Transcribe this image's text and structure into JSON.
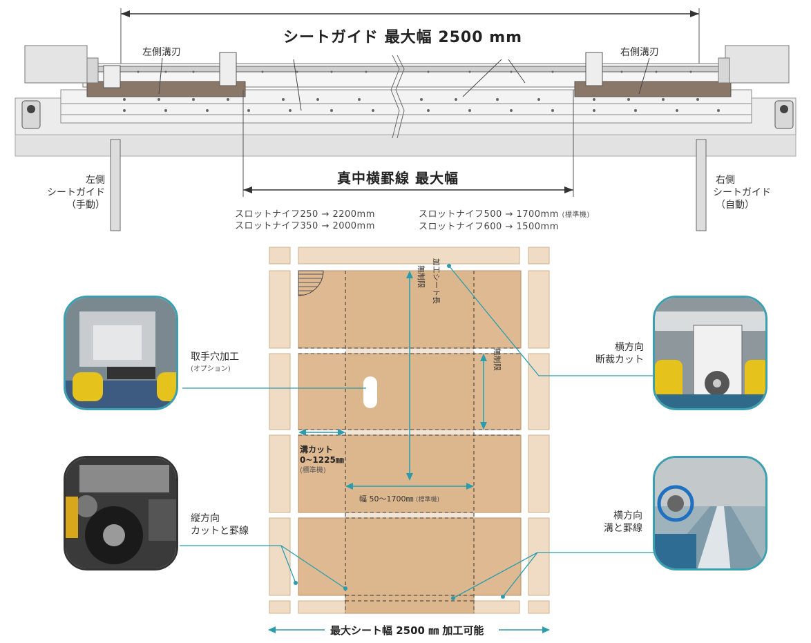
{
  "machine": {
    "title": "シートガイド 最大幅 2500 mm",
    "left_slot_knife": "左側溝刃",
    "right_slot_knife": "右側溝刃",
    "left_guide": [
      "左側",
      "シートガイド",
      "（手動）"
    ],
    "right_guide": [
      "右側",
      "シートガイド",
      "（自動）"
    ],
    "center_score_title": "真中横罫線 最大幅",
    "specs_left": [
      "スロットナイフ250 → 2200mm",
      "スロットナイフ350 → 2000mm"
    ],
    "specs_right_1": "スロットナイフ500 → 1700mm",
    "specs_right_1_note": "(標準機)",
    "specs_right_2": "スロットナイフ600 → 1500mm"
  },
  "diagram": {
    "sheet_length_label": "加工シート長",
    "unlimited_1": "無制限",
    "unlimited_2": "無制限",
    "slot_cut_label": "溝カット",
    "slot_cut_range": "0~1225㎜",
    "slot_cut_note": "(標準機)",
    "width_label": "幅 50〜1700㎜",
    "width_note": "(標準機)",
    "max_sheet_width": "最大シート幅 2500 ㎜ 加工可能"
  },
  "features": {
    "handle_hole": "取手穴加工",
    "handle_hole_opt": "(オプション)",
    "vertical": [
      "縦方向",
      "カットと罫線"
    ],
    "horizontal_cut": [
      "横方向",
      "断裁カット"
    ],
    "horizontal_slot": [
      "横方向",
      "溝と罫線"
    ]
  },
  "colors": {
    "teal": "#2a9cac",
    "cardboard": "#deb991",
    "cardboard_light": "#f0dcc4",
    "machine_grey": "#e6e6e6"
  }
}
